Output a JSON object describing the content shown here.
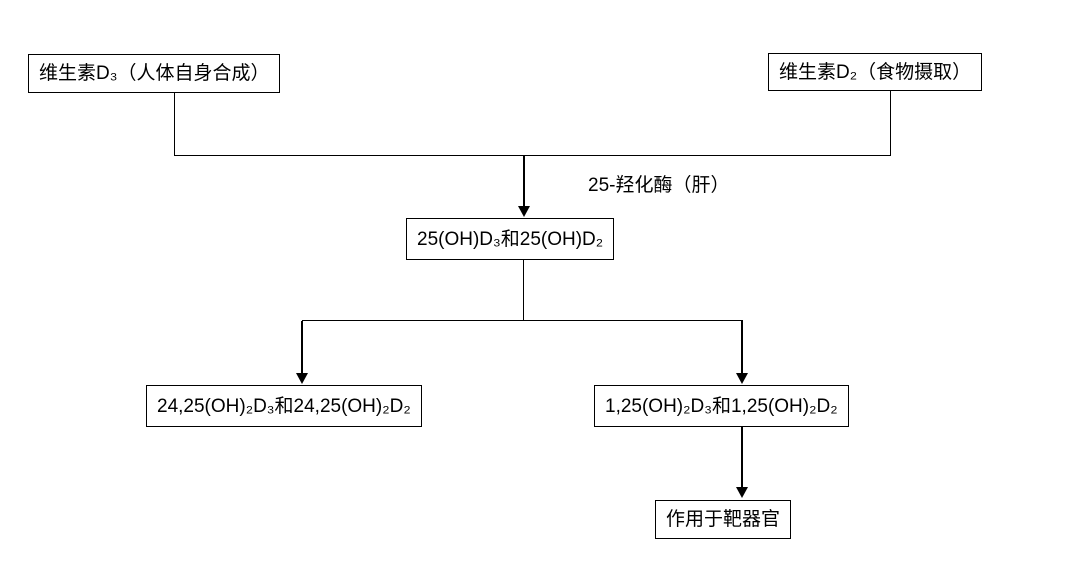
{
  "diagram": {
    "nodes": {
      "vitamin_d3": "维生素D₃（人体自身合成）",
      "vitamin_d2": "维生素D₂（食物摄取）",
      "d25": "25(OH)D₃和25(OH)D₂",
      "d2425": "24,25(OH)₂D₃和24,25(OH)₂D₂",
      "d125": "1,25(OH)₂D₃和1,25(OH)₂D₂",
      "target": "作用于靶器官"
    },
    "edge_labels": {
      "hydroxylase": "25-羟化酶（肝）"
    }
  },
  "colors": {
    "line": "#000000",
    "box_border": "#000000",
    "background": "#ffffff",
    "text": "#000000"
  }
}
